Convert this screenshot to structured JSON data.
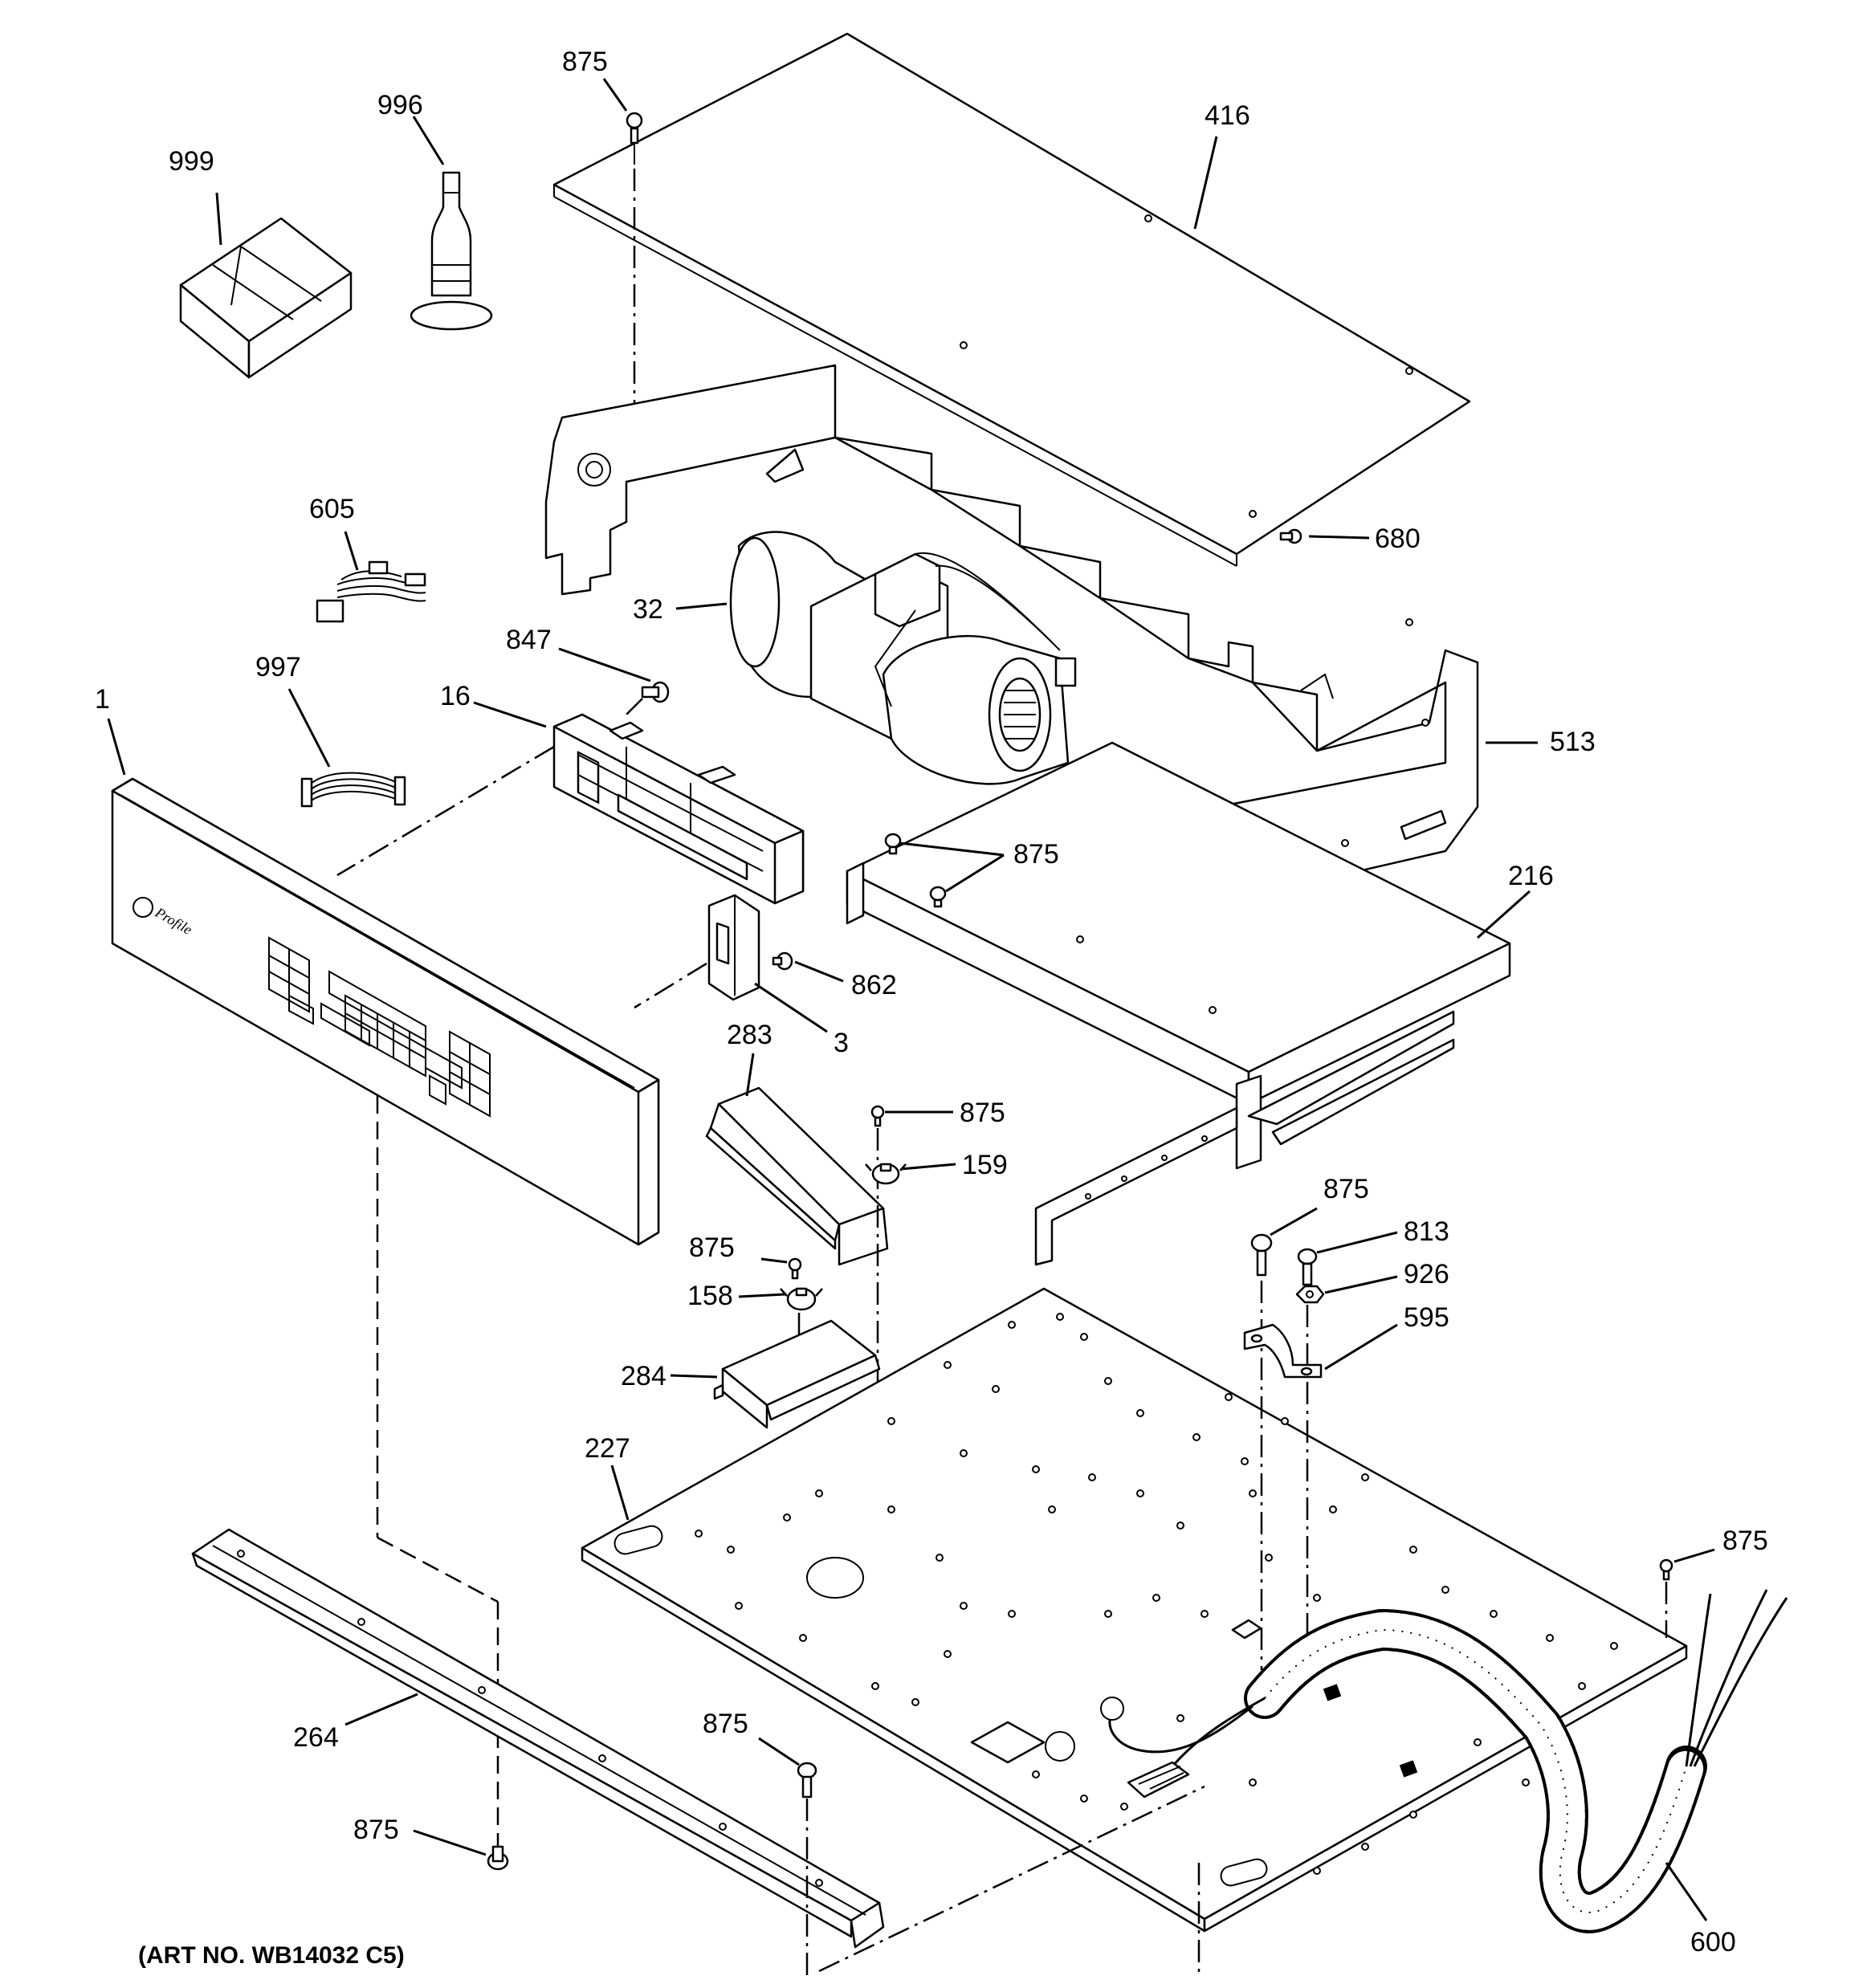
{
  "labels": {
    "l_999": "999",
    "l_996": "996",
    "l_875_top": "875",
    "l_416": "416",
    "l_605": "605",
    "l_680": "680",
    "l_32": "32",
    "l_847": "847",
    "l_997": "997",
    "l_16": "16",
    "l_1": "1",
    "l_513": "513",
    "l_875_mid": "875",
    "l_216": "216",
    "l_862": "862",
    "l_3": "3",
    "l_283": "283",
    "l_875_t159": "875",
    "l_159": "159",
    "l_875_right": "875",
    "l_813": "813",
    "l_875_t158": "875",
    "l_926": "926",
    "l_158": "158",
    "l_595": "595",
    "l_284": "284",
    "l_227": "227",
    "l_875_far": "875",
    "l_264": "264",
    "l_875_bot": "875",
    "l_875_left": "875",
    "l_600": "600"
  },
  "art_number": "(ART NO. WB14032 C5)"
}
